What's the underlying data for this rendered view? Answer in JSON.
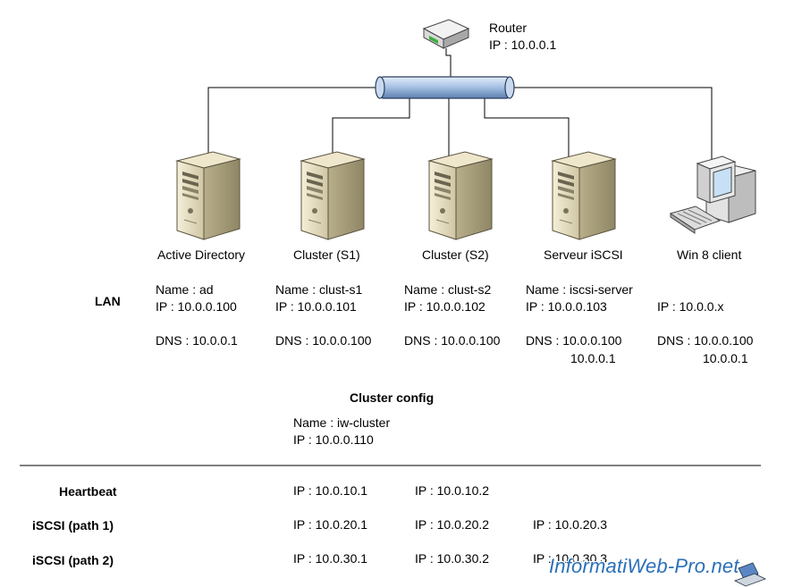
{
  "router": {
    "name": "Router",
    "ip": "IP : 10.0.0.1"
  },
  "labels": {
    "lan": "LAN",
    "heartbeat": "Heartbeat",
    "iscsi1": "iSCSI (path 1)",
    "iscsi2": "iSCSI (path 2)"
  },
  "nodes": [
    {
      "title": "Active Directory",
      "name": "Name : ad",
      "ip": "IP : 10.0.0.100",
      "dns1": "DNS : 10.0.0.1",
      "dns2": ""
    },
    {
      "title": "Cluster (S1)",
      "name": "Name : clust-s1",
      "ip": "IP : 10.0.0.101",
      "dns1": "DNS : 10.0.0.100",
      "dns2": ""
    },
    {
      "title": "Cluster (S2)",
      "name": "Name : clust-s2",
      "ip": "IP : 10.0.0.102",
      "dns1": "DNS : 10.0.0.100",
      "dns2": ""
    },
    {
      "title": "Serveur iSCSI",
      "name": "Name : iscsi-server",
      "ip": "IP : 10.0.0.103",
      "dns1": "DNS : 10.0.0.100",
      "dns2": "10.0.0.1"
    },
    {
      "title": "Win 8 client",
      "name": "",
      "ip": "IP : 10.0.0.x",
      "dns1": "DNS : 10.0.0.100",
      "dns2": "10.0.0.1"
    }
  ],
  "cluster_config": {
    "title": "Cluster config",
    "name": "Name : iw-cluster",
    "ip": "IP : 10.0.0.110"
  },
  "heartbeat_ips": [
    "IP : 10.0.10.1",
    "IP : 10.0.10.2"
  ],
  "iscsi1_ips": [
    "IP : 10.0.20.1",
    "IP : 10.0.20.2",
    "IP : 10.0.20.3"
  ],
  "iscsi2_ips": [
    "IP : 10.0.30.1",
    "IP : 10.0.30.2",
    "IP : 10.0.30.3"
  ],
  "watermark": "InformatiWeb-Pro.net",
  "colors": {
    "pipe": "#a9c4e6",
    "server": "#e8e0c4",
    "divider": "#000000",
    "watermark": "#2a6fb8"
  }
}
